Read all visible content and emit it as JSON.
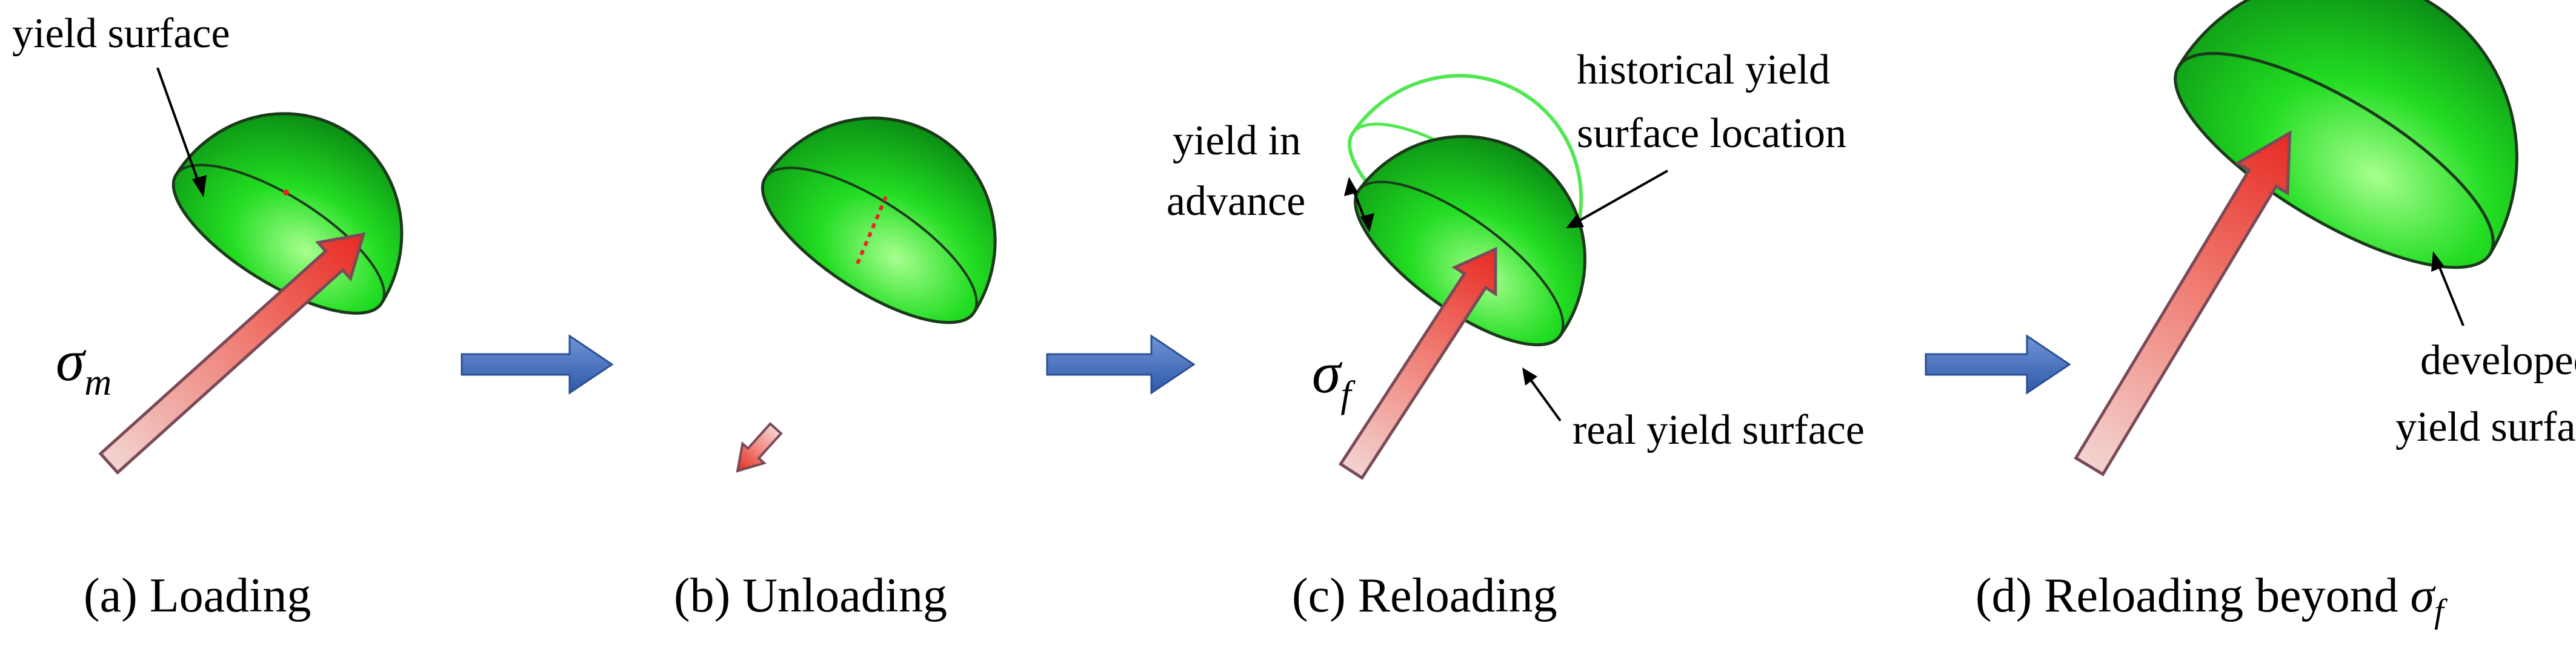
{
  "colors": {
    "surface_light": "#a8ff90",
    "surface_mid": "#22dd22",
    "surface_dark": "#0a8a14",
    "rim": "#1a3a1a",
    "historical_outline": "#52e852",
    "arrow_head": "#ee2222",
    "arrow_tail": "#f2d4d0",
    "transition_arrow": "#4472c4",
    "text": "#000000"
  },
  "annotations": {
    "a_yield_surface": "yield surface",
    "c_yield_in_advance_line1": "yield in",
    "c_yield_in_advance_line2": "advance",
    "c_historical_line1": "historical yield",
    "c_historical_line2": "surface location",
    "c_real_yield_surface": "real yield surface",
    "d_developed_line1": "developed",
    "d_developed_line2": "yield surface"
  },
  "symbols": {
    "sigma": "σ",
    "a_subscript": "m",
    "c_subscript": "f"
  },
  "captions": {
    "a": "(a) Loading",
    "b": "(b) Unloading",
    "c": "(c) Reloading",
    "d_text": "(d) Reloading beyond ",
    "d_sigma": "σ",
    "d_sub": "f"
  }
}
